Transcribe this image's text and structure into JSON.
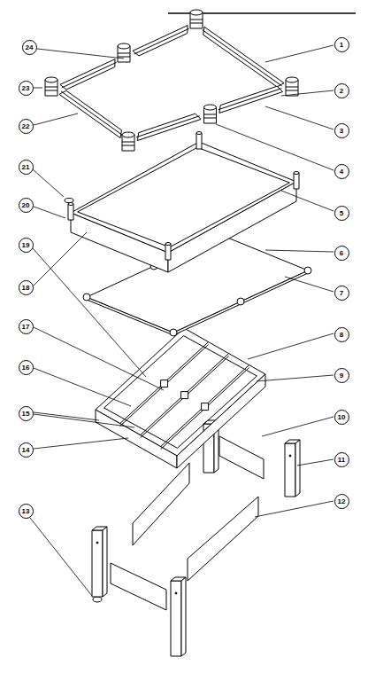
{
  "diagram": {
    "labels": [
      "24",
      "1",
      "23",
      "2",
      "22",
      "3",
      "4",
      "21",
      "5",
      "20",
      "6",
      "19",
      "7",
      "18",
      "8",
      "17",
      "9",
      "16",
      "15",
      "10",
      "14",
      "11",
      "12",
      "13"
    ]
  }
}
